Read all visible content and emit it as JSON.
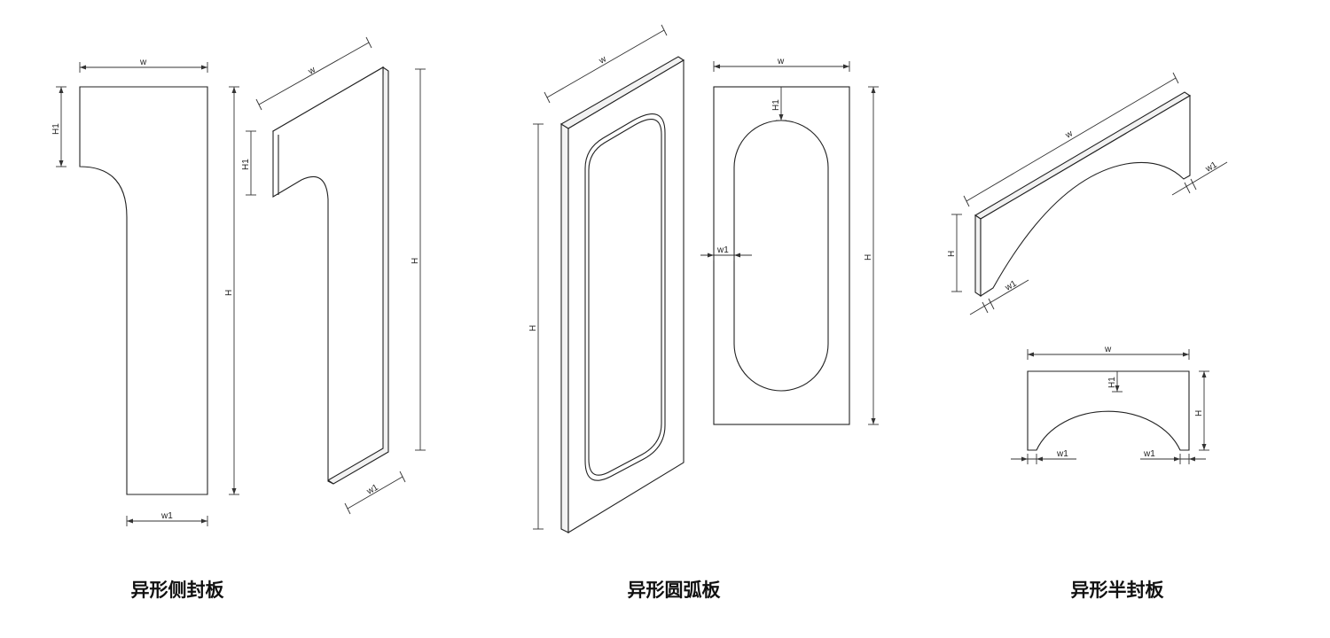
{
  "captions": {
    "side_panel": "异形侧封板",
    "arc_panel": "异形圆弧板",
    "half_panel": "异形半封板"
  },
  "dims": {
    "w": "w",
    "h": "H",
    "h1": "H1",
    "w1": "w1"
  }
}
